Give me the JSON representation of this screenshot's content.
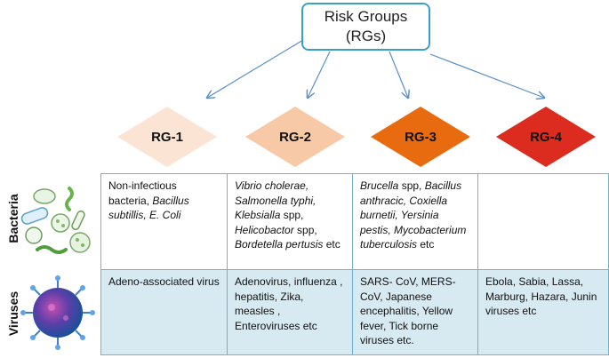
{
  "title": {
    "line1": "Risk Groups",
    "line2": "(RGs)"
  },
  "groups": [
    {
      "label": "RG-1",
      "color": "#fbe4d3"
    },
    {
      "label": "RG-2",
      "color": "#f7c9a6"
    },
    {
      "label": "RG-3",
      "color": "#e96b10"
    },
    {
      "label": "RG-4",
      "color": "#dc2b1f"
    }
  ],
  "rows": {
    "bacteria": {
      "label": "Bacteria",
      "cells": [
        [
          "Non-infectious bacteria, ",
          "Bacillus subtillis, E. Coli"
        ],
        [
          "Vibrio cholerae, Salmonella typhi, Klebsialla",
          " spp, ",
          "Helicobactor",
          " spp, ",
          "Bordetella pertusis",
          " etc"
        ],
        [
          "Brucella",
          " spp, ",
          "Bacillus anthracic, Coxiella burnetii, Yersinia pestis, Mycobacterium tuberculosis",
          " etc"
        ],
        [
          ""
        ]
      ]
    },
    "viruses": {
      "label": "Viruses",
      "cells": [
        "Adeno-associated virus",
        "Adenovirus, influenza , hepatitis, Zika, measles , Enteroviruses etc",
        "SARS- CoV, MERS- CoV, Japanese encephalitis, Yellow fever, Tick borne viruses etc.",
        "Ebola, Sabia, Lassa, Marburg, Hazara, Junin viruses etc"
      ]
    }
  }
}
